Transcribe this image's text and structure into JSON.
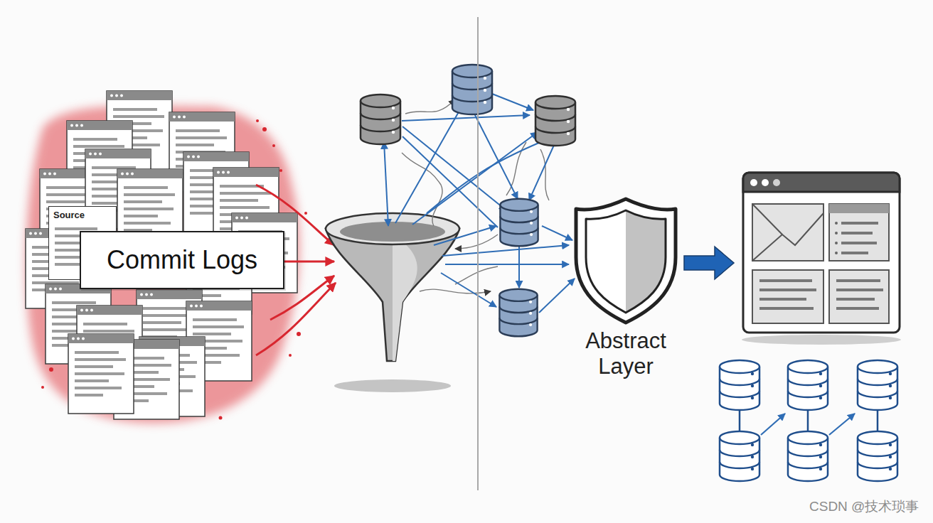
{
  "diagram": {
    "nodes": [
      {
        "text": [
          "Source"
        ]
      },
      {
        "text": [
          "Commit Logs"
        ]
      },
      {
        "text": [
          "Abstract Layer"
        ]
      }
    ],
    "labels": [
      "CSDN @技术琐事"
    ]
  }
}
